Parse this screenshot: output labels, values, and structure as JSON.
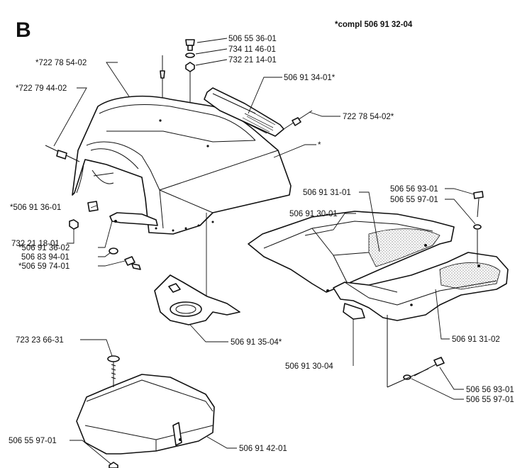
{
  "section_letter": "B",
  "kit_note": "*compl 506 91 32-04",
  "labels": [
    {
      "id": "l1",
      "text": "506 55 36-01"
    },
    {
      "id": "l2",
      "text": "734 11 46-01"
    },
    {
      "id": "l3",
      "text": "732 21 14-01"
    },
    {
      "id": "l4",
      "text": "*722 78 54-02"
    },
    {
      "id": "l5",
      "text": "*722 79 44-02"
    },
    {
      "id": "l6",
      "text": "506 91 34-01*"
    },
    {
      "id": "l7",
      "text": "722 78 54-02*"
    },
    {
      "id": "l8",
      "text": "*"
    },
    {
      "id": "l9",
      "text": "*506 91 36-01"
    },
    {
      "id": "l10",
      "text": "506 91 31-01"
    },
    {
      "id": "l11",
      "text": "506 91 30-01"
    },
    {
      "id": "l12",
      "text": "506 56 93-01"
    },
    {
      "id": "l13",
      "text": "506 55 97-01"
    },
    {
      "id": "l14",
      "text": "732 21 18-01"
    },
    {
      "id": "l15",
      "text": "*506 91 36-02"
    },
    {
      "id": "l16",
      "text": "506 83 94-01"
    },
    {
      "id": "l17",
      "text": "*506 59 74-01"
    },
    {
      "id": "l18",
      "text": "506 91 35-04*"
    },
    {
      "id": "l19",
      "text": "506 91 31-02"
    },
    {
      "id": "l20",
      "text": "723 23 66-31"
    },
    {
      "id": "l21",
      "text": "506 91 30-04"
    },
    {
      "id": "l22",
      "text": "506 56 93-01"
    },
    {
      "id": "l23",
      "text": "506 55 97-01"
    },
    {
      "id": "l24",
      "text": "506 55 97-01"
    },
    {
      "id": "l25",
      "text": "506 91 42-01"
    }
  ]
}
